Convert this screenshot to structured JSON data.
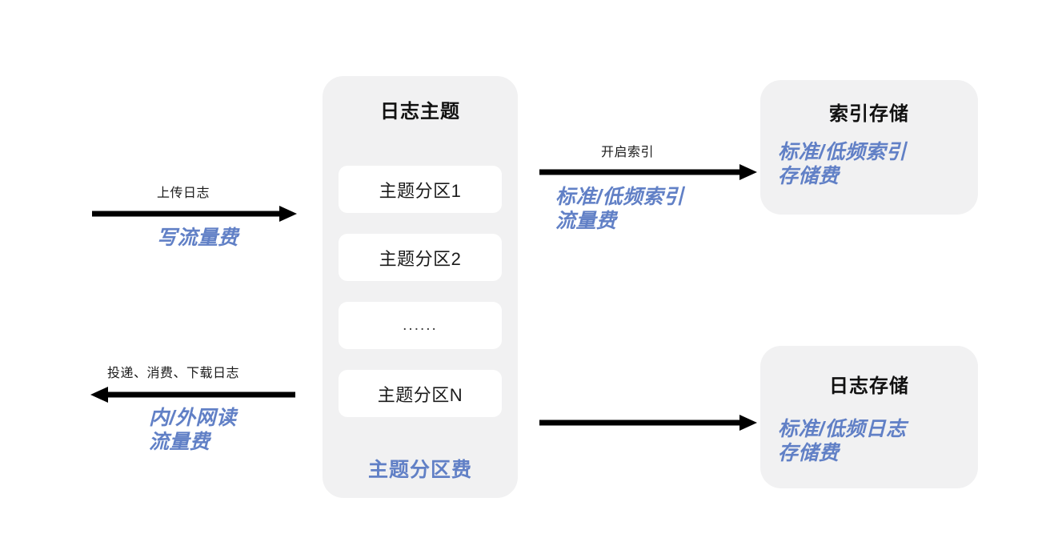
{
  "diagram": {
    "title_semantic": "cls-log-billing-items-diagram",
    "accent_blue": "#6180c6",
    "panel_gray": "#f1f1f2",
    "text_black": "#111111"
  },
  "topic_panel": {
    "title": "日志主题",
    "partitions": [
      {
        "label": "主题分区1"
      },
      {
        "label": "主题分区2"
      },
      {
        "label": "......"
      },
      {
        "label": "主题分区N"
      }
    ],
    "fee_label": "主题分区费"
  },
  "flows": {
    "upload": {
      "caption": "上传日志",
      "fee": "写流量费",
      "direction": "right"
    },
    "read": {
      "caption": "投递、消费、下载日志",
      "fee_line1": "内/外网读",
      "fee_line2": "流量费",
      "direction": "left"
    },
    "index": {
      "caption": "开启索引",
      "fee_line1": "标准/低频索引",
      "fee_line2": "流量费",
      "direction": "right"
    },
    "storage": {
      "caption": "",
      "direction": "right"
    }
  },
  "index_panel": {
    "title": "索引存储",
    "fee_line1": "标准/低频索引",
    "fee_line2": "存储费"
  },
  "log_panel": {
    "title": "日志存储",
    "fee_line1": "标准/低频日志",
    "fee_line2": "存储费"
  }
}
